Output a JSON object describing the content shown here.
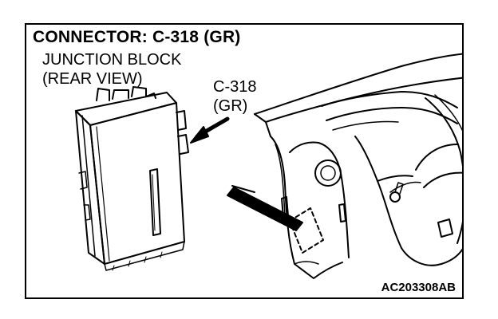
{
  "diagram": {
    "title": "CONNECTOR: C-318 (GR)",
    "junction_block_label": [
      "JUNCTION BLOCK",
      "(REAR VIEW)"
    ],
    "connector_label": [
      "C-318",
      "(GR)"
    ],
    "figure_code": "AC203308AB"
  }
}
